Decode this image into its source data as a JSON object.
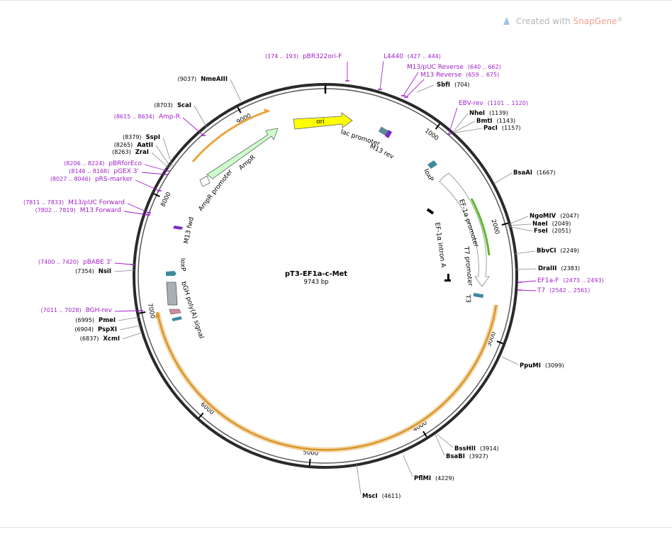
{
  "watermark": {
    "prefix": "Created with ",
    "brand": "SnapGene",
    "reg": "®"
  },
  "plasmid": {
    "name": "pT3-EF1a-c-Met",
    "size_label": "9743 bp",
    "length": 9743
  },
  "ticks": [
    {
      "pos": 1000,
      "label": "1000"
    },
    {
      "pos": 2000,
      "label": "2000"
    },
    {
      "pos": 3000,
      "label": "3000"
    },
    {
      "pos": 4000,
      "label": "4000"
    },
    {
      "pos": 5000,
      "label": "5000"
    },
    {
      "pos": 6000,
      "label": "6000"
    },
    {
      "pos": 7000,
      "label": "7000"
    },
    {
      "pos": 8000,
      "label": "8000"
    },
    {
      "pos": 9000,
      "label": "9000"
    }
  ],
  "enzymes_right": [
    {
      "name": "SbfI",
      "pos": "(704)"
    },
    {
      "name": "NheI",
      "pos": "(1139)"
    },
    {
      "name": "BmtI",
      "pos": "(1143)"
    },
    {
      "name": "PacI",
      "pos": "(1157)"
    },
    {
      "name": "BsaAI",
      "pos": "(1667)"
    },
    {
      "name": "NgoMIV",
      "pos": "(2047)"
    },
    {
      "name": "NaeI",
      "pos": "(2049)"
    },
    {
      "name": "FseI",
      "pos": "(2051)"
    },
    {
      "name": "BbvCI",
      "pos": "(2249)"
    },
    {
      "name": "DraIII",
      "pos": "(2383)"
    },
    {
      "name": "PpuMI",
      "pos": "(3099)"
    },
    {
      "name": "BssHII",
      "pos": "(3914)"
    },
    {
      "name": "BsaBI",
      "pos": "(3927)"
    },
    {
      "name": "PflMI",
      "pos": "(4229)"
    },
    {
      "name": "MscI",
      "pos": "(4611)"
    }
  ],
  "enzymes_left": [
    {
      "name": "NmeAIII",
      "pos": "(9037)"
    },
    {
      "name": "ScaI",
      "pos": "(8703)"
    },
    {
      "name": "SspI",
      "pos": "(8379)"
    },
    {
      "name": "AatII",
      "pos": "(8265)"
    },
    {
      "name": "ZraI",
      "pos": "(8263)"
    },
    {
      "name": "NsiI",
      "pos": "(7354)"
    },
    {
      "name": "PmeI",
      "pos": "(6995)"
    },
    {
      "name": "PspXI",
      "pos": "(6904)"
    },
    {
      "name": "XcmI",
      "pos": "(6837)"
    }
  ],
  "primers": [
    {
      "name": "pBR322ori-F",
      "range": "(174 .. 193)"
    },
    {
      "name": "L4440",
      "range": "(427 .. 444)"
    },
    {
      "name": "M13/pUC Reverse",
      "range": "(640 .. 662)"
    },
    {
      "name": "M13 Reverse",
      "range": "(659 .. 675)"
    },
    {
      "name": "EBV-rev",
      "range": "(1101 .. 1120)"
    },
    {
      "name": "EF1a-F",
      "range": "(2473 .. 2493)"
    },
    {
      "name": "T7",
      "range": "(2542 .. 2561)"
    },
    {
      "name": "Amp-R",
      "range": "(8615 .. 8634)"
    },
    {
      "name": "pBRforEco",
      "range": "(8206 .. 8224)"
    },
    {
      "name": "pGEX 3'",
      "range": "(8146 .. 8168)"
    },
    {
      "name": "pRS-marker",
      "range": "(8027 .. 8046)"
    },
    {
      "name": "M13/pUC Forward",
      "range": "(7811 .. 7833)"
    },
    {
      "name": "M13 Forward",
      "range": "(7802 .. 7819)"
    },
    {
      "name": "pBABE 3'",
      "range": "(7400 .. 7420)"
    },
    {
      "name": "BGH-rev",
      "range": "(7011 .. 7028)"
    }
  ],
  "features": [
    {
      "name": "ori",
      "color": "#ffff00"
    },
    {
      "name": "lac promoter"
    },
    {
      "name": "M13 rev"
    },
    {
      "name": "loxP"
    },
    {
      "name": "EF-1α promoter"
    },
    {
      "name": "EF-1α intron A"
    },
    {
      "name": "T7 promoter"
    },
    {
      "name": "AmpR",
      "color": "#ccffcc"
    },
    {
      "name": "AmpR promoter"
    },
    {
      "name": "M13 fwd"
    },
    {
      "name": "loxP"
    },
    {
      "name": "bGH poly(A) signal"
    },
    {
      "name": "T3"
    }
  ],
  "colors": {
    "backbone": "#2a2a2a",
    "primer": "#a020c8",
    "orange_arc": "#e8a53d",
    "green_arc": "#5fb82a"
  }
}
